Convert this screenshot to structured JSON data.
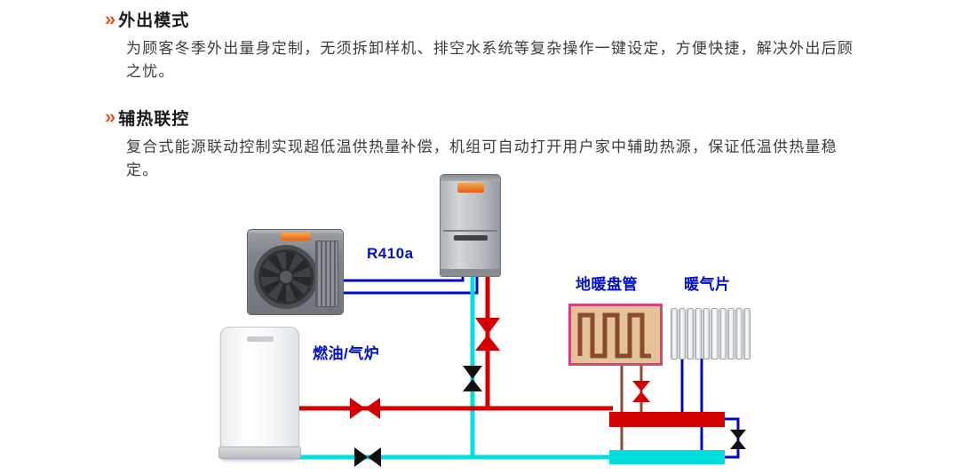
{
  "sections": [
    {
      "chevron": "»",
      "title": "外出模式",
      "body": "为顾客冬季外出量身定制，无须拆卸样机、排空水系统等复杂操作一键设定，方便快捷，解决外出后顾之忧。"
    },
    {
      "chevron": "»",
      "title": "辅热联控",
      "body": "复合式能源联动控制实现超低温供热量补偿，机组可自动打开用户家中辅助热源，保证低温供热量稳定。"
    }
  ],
  "diagram": {
    "labels": {
      "refrigerant": "R410a",
      "boiler": "燃油/气炉",
      "floor_coil": "地暖盘管",
      "radiator": "暖气片"
    },
    "colors": {
      "accent_orange": "#e6551e",
      "label_blue": "#0010cc",
      "hot_pipe": "#d40000",
      "return_pipe": "#00dede",
      "refrigerant_pipe": "#0008c8",
      "coil_pipe": "#8a4a30",
      "coil_frame": "#d6437f",
      "valve_black": "#111111"
    },
    "equipment": [
      "outdoor-unit",
      "indoor-unit",
      "boiler",
      "floor-heating-coil",
      "radiator"
    ]
  }
}
